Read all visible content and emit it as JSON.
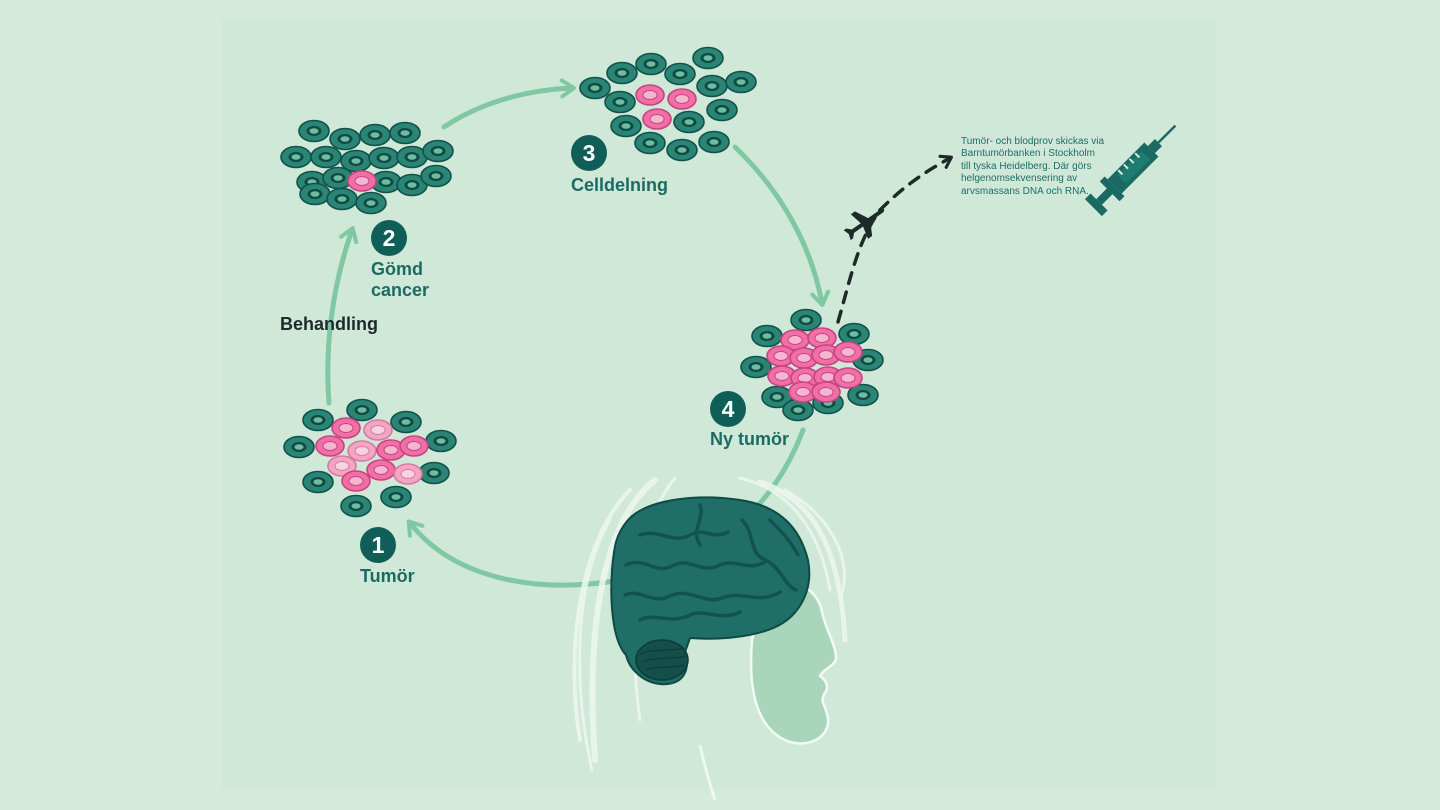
{
  "steps": [
    {
      "number": "1",
      "label": "Tumör"
    },
    {
      "number": "2",
      "label_line1": "Gömd",
      "label_line2": "cancer"
    },
    {
      "number": "3",
      "label": "Celldelning"
    },
    {
      "number": "4",
      "label": "Ny tumör"
    }
  ],
  "treatment_label": "Behandling",
  "note_lines": [
    "Tumör- och blodprov skickas via",
    "Barntumörbanken i Stockholm",
    "till tyska Heidelberg. Där görs",
    "helgenomsekvensering av",
    "arvsmassans DNA och RNA."
  ],
  "icons": [
    "brain-icon",
    "head-silhouette-icon",
    "airplane-icon",
    "syringe-icon"
  ],
  "colors": {
    "background": "#d5eadc",
    "healthy_cell": "#2a8574",
    "cancer_cell": "#ef6fa6",
    "cancer_cell_faded": "#f2a6c4",
    "arrow": "#80c8a3",
    "badge": "#0f5e58",
    "label": "#1b6b63",
    "brain": "#1f6e68"
  }
}
